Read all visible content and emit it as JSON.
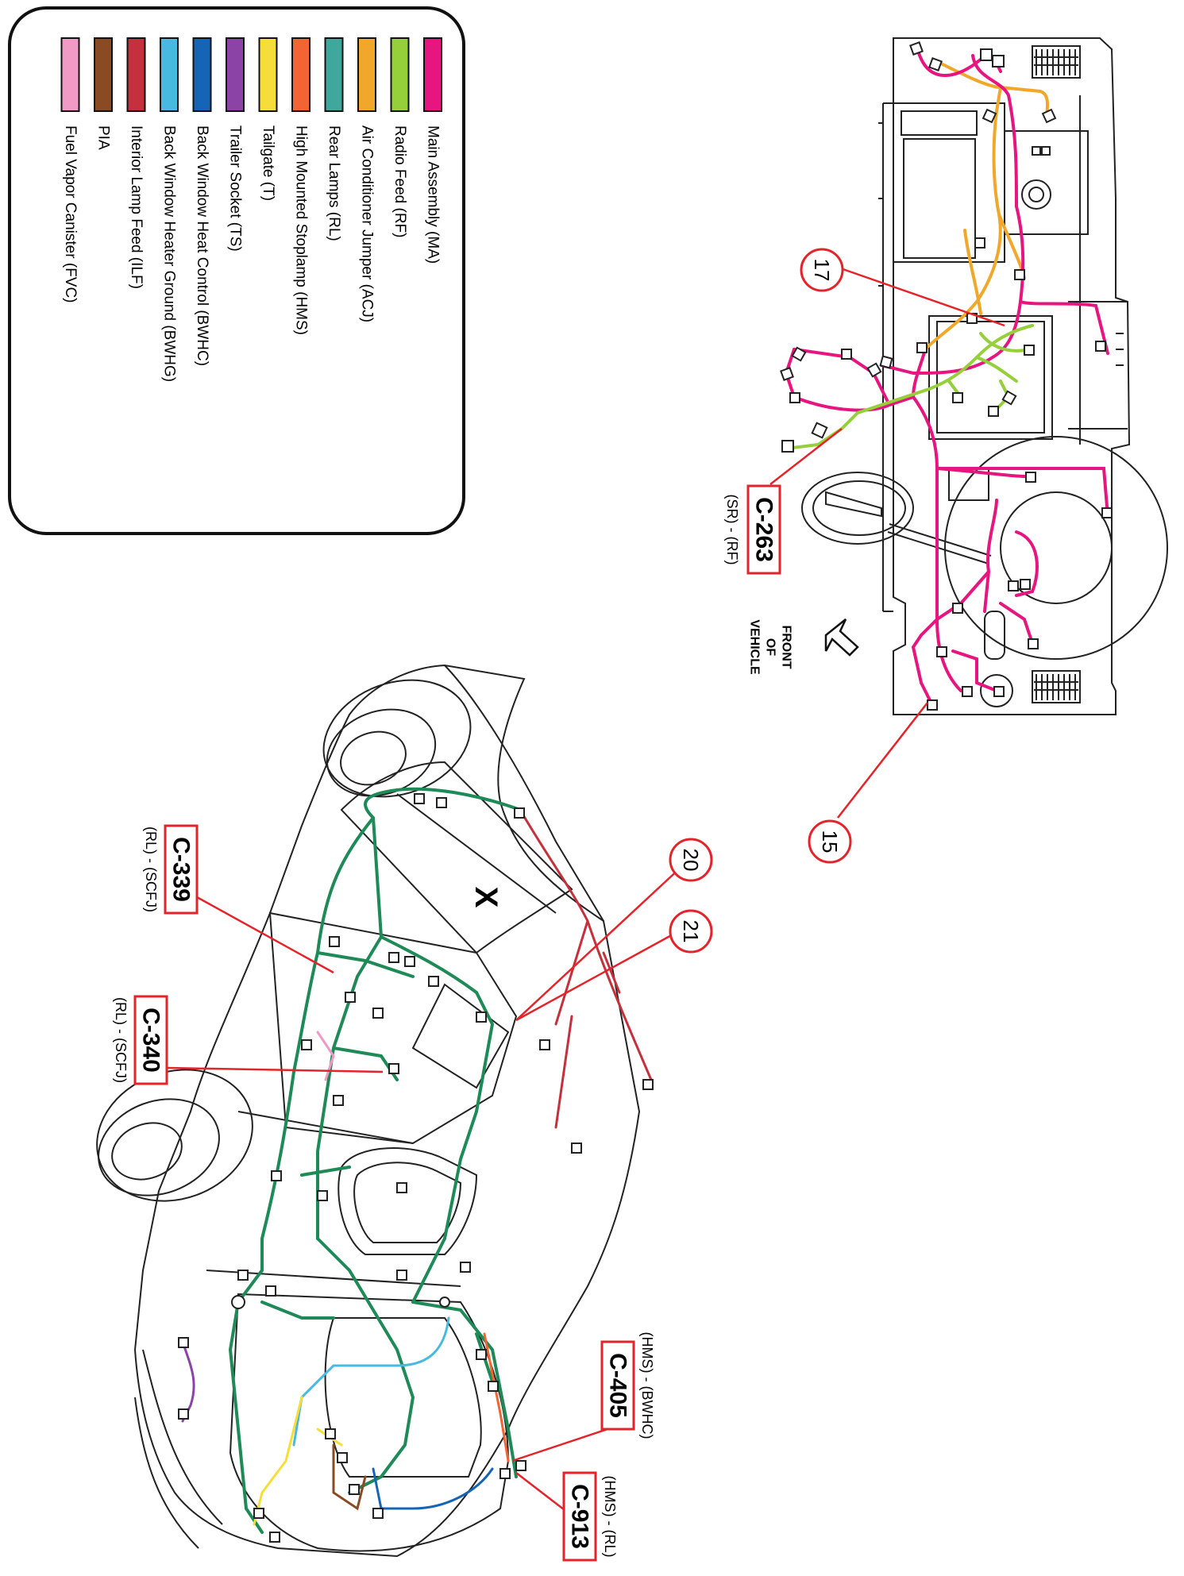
{
  "legend": {
    "items": [
      {
        "label": "Main Assembly (MA)",
        "color": "#e6157f"
      },
      {
        "label": "Radio Feed (RF)",
        "color": "#95cf3a"
      },
      {
        "label": "Air Conditioner Jumper   (ACJ)",
        "color": "#f1a82a"
      },
      {
        "label": "Rear Lamps (RL)",
        "color": "#3fa79c"
      },
      {
        "label": "High Mounted Stoplamp (HMS)",
        "color": "#f26532"
      },
      {
        "label": "Tailgate (T)",
        "color": "#f5de3a"
      },
      {
        "label": "Trailer Socket  (TS)",
        "color": "#8b43a5"
      },
      {
        "label": "Back Window Heat Control (BWHC)",
        "color": "#1565b7"
      },
      {
        "label": "Back Window Heater Ground (BWHG)",
        "color": "#48b9e0"
      },
      {
        "label": "Interior Lamp Feed (ILF)",
        "color": "#c4313c"
      },
      {
        "label": "PIA",
        "color": "#8a4b22"
      },
      {
        "label": "Fuel Vapor Canister (FVC)",
        "color": "#f19ac6"
      }
    ]
  },
  "callouts": {
    "c15": "15",
    "c17": "17",
    "c20": "20",
    "c21": "21"
  },
  "connectors": {
    "c263": {
      "id": "C-263",
      "desc": "(SR) - (RF)"
    },
    "c339": {
      "id": "C-339",
      "desc": "(RL) - (SCFJ)"
    },
    "c340": {
      "id": "C-340",
      "desc": "(RL) - (SCFJ)"
    },
    "c405": {
      "id": "C-405",
      "desc": "(HMS) - (BWHC)"
    },
    "c913": {
      "id": "C-913",
      "desc": "(HMS) - (RL)"
    }
  },
  "front_of_vehicle": [
    "FRONT",
    "OF",
    "VEHICLE"
  ],
  "mark_x": "X",
  "colors": {
    "callout_red": "#e3242b",
    "outline": "#222222",
    "ma": "#e6157f",
    "rf": "#95cf3a",
    "acj": "#f1a82a",
    "rl": "#1e8a57"
  }
}
